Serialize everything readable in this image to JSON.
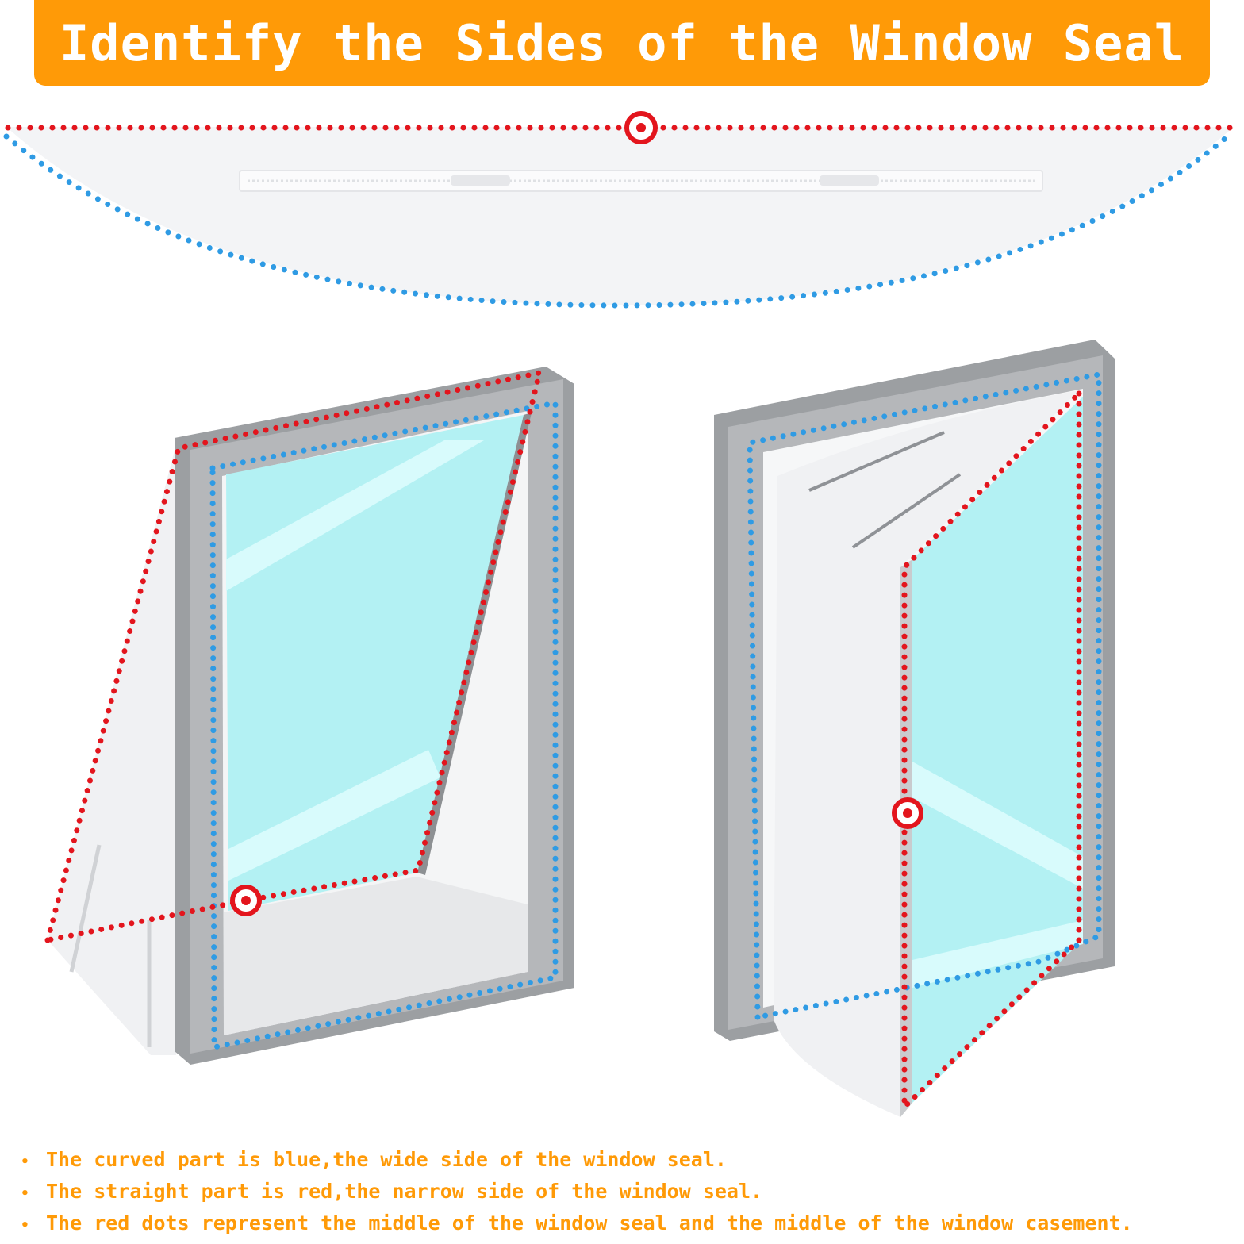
{
  "header": {
    "title": "Identify the Sides of the Window Seal"
  },
  "colors": {
    "banner": "#ff9a07",
    "wide_side_dots": "#2f9be4",
    "narrow_side_dots": "#e3151d",
    "frame": "#9c9fa2",
    "glass": "#b3f1f3",
    "seal_fabric": "#f3f4f6",
    "note_text": "#ff9a07"
  },
  "icons": {
    "middle_marker": "target-ring-icon",
    "note_bullet": "bullet-dot-icon"
  },
  "notes": [
    "The curved part is blue,the wide side of the window seal.",
    "The straight part is red,the narrow side of the window seal.",
    "The red dots represent the middle of the window seal and the middle of the window casement."
  ]
}
